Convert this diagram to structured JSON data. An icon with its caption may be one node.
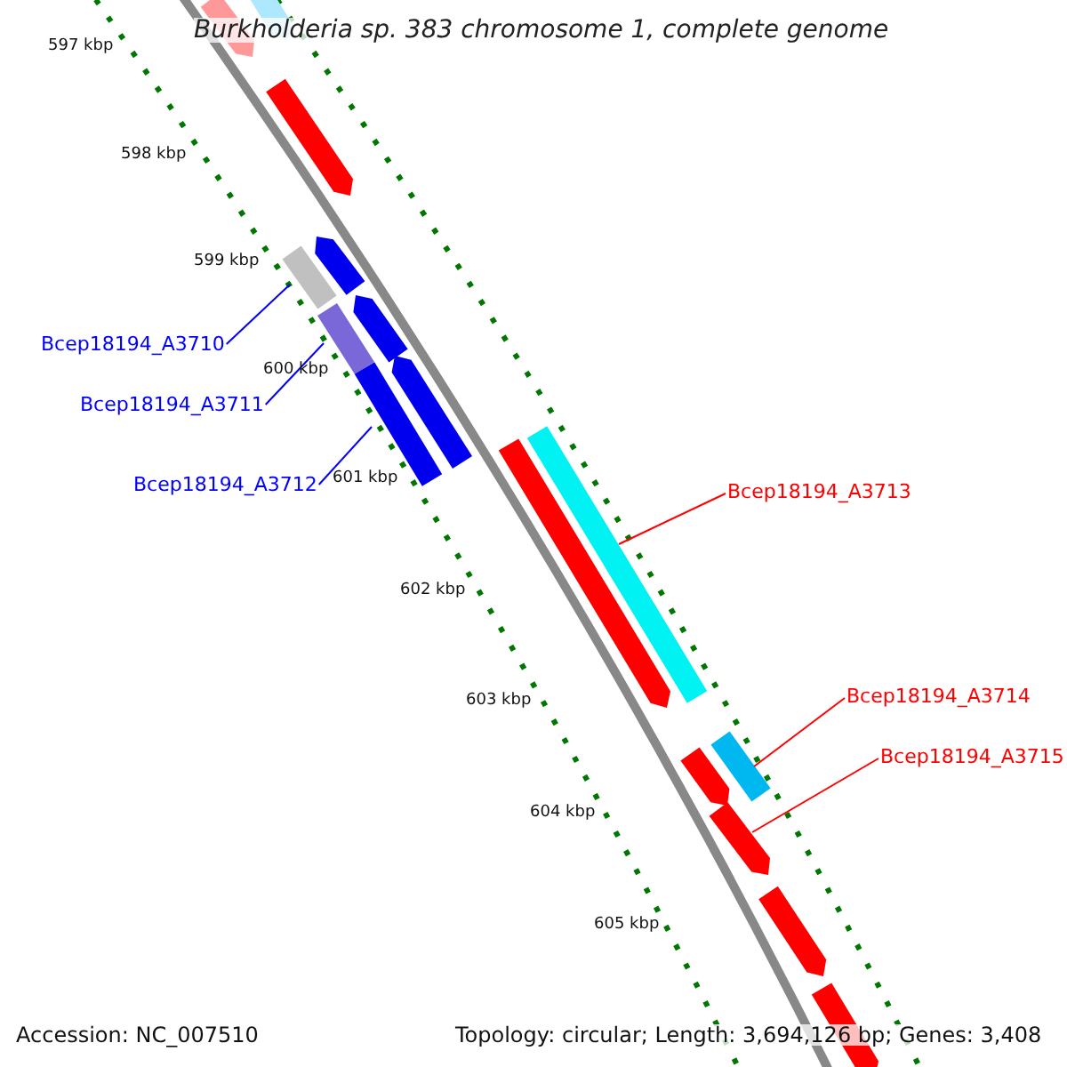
{
  "diagram": {
    "title": "Burkholderia sp. 383 chromosome 1, complete genome",
    "nodes": [
      {
        "text": [
          "Bcep18194_A3710"
        ]
      },
      {
        "text": [],
        "shape": "bar"
      },
      {
        "text": [
          "Bcep18194_A3711"
        ]
      },
      {
        "text": [],
        "shape": "bar"
      },
      {
        "text": [
          "Bcep18194_A3712"
        ]
      },
      {
        "text": [],
        "shape": "bar"
      },
      {
        "text": [
          "Bcep18194_A3713"
        ]
      },
      {
        "text": [],
        "shape": "bar"
      },
      {
        "text": [
          "Bcep18194_A3714"
        ]
      },
      {
        "text": [],
        "shape": "bar"
      },
      {
        "text": [
          "Bcep18194_A3715"
        ]
      },
      {
        "text": [],
        "shape": "bar"
      },
      {
        "text": [],
        "shape": "bar"
      },
      {
        "text": [],
        "shape": "bar"
      },
      {
        "text": [],
        "shape": "bar"
      },
      {
        "text": [],
        "shape": "bar"
      },
      {
        "text": [],
        "shape": "bar"
      },
      {
        "text": [],
        "shape": "bar"
      },
      {
        "text": [],
        "shape": "bar"
      },
      {
        "text": [],
        "shape": "bar"
      },
      {
        "text": [],
        "shape": "bar"
      },
      {
        "text": [],
        "shape": "bar"
      }
    ],
    "edges": [
      {
        "from": 0,
        "to": 1,
        "arrow": "none"
      },
      {
        "from": 2,
        "to": 3,
        "arrow": "none"
      },
      {
        "from": 4,
        "to": 5,
        "arrow": "none"
      },
      {
        "from": 6,
        "to": 7,
        "arrow": "none",
        "color": "#ff0000"
      },
      {
        "from": 8,
        "to": 9,
        "arrow": "none",
        "color": "#ff0000"
      },
      {
        "from": 10,
        "to": 11,
        "arrow": "none",
        "color": "#ff0000"
      }
    ],
    "labels": [
      "597 kbp",
      "598 kbp",
      "599 kbp",
      "600 kbp",
      "601 kbp",
      "602 kbp",
      "603 kbp",
      "604 kbp",
      "605 kbp",
      "Accession: NC_007510",
      "Topology: circular; Length: 3,694,126 bp; Genes: 3,408"
    ]
  }
}
